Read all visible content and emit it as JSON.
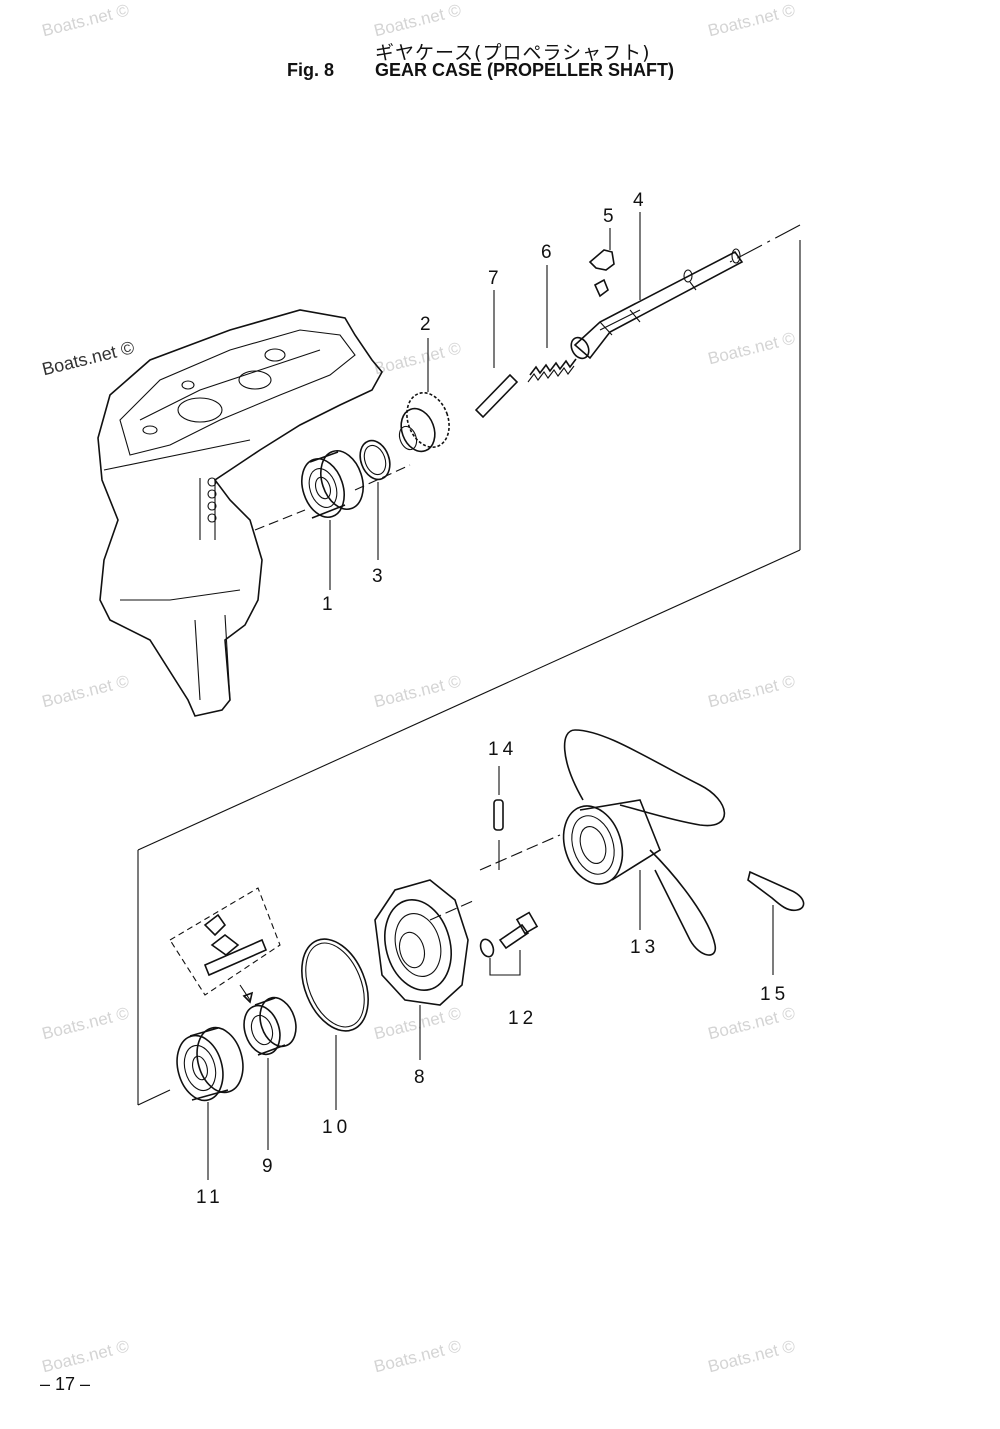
{
  "header": {
    "title_jp": "ギヤケース(プロペラシャフト)",
    "fig_label": "Fig. 8",
    "title_en": "GEAR CASE (PROPELLER SHAFT)"
  },
  "footer": {
    "page_number": "– 17 –"
  },
  "watermark": {
    "text": "Boats.net ©",
    "main_text": "Boats.net ©"
  },
  "parts": {
    "p1": "1",
    "p2": "2",
    "p3": "3",
    "p4": "4",
    "p5": "5",
    "p6": "6",
    "p7": "7",
    "p8": "8",
    "p9": "9",
    "p10": "10",
    "p11": "11",
    "p12": "12",
    "p13": "13",
    "p14": "14",
    "p15": "15"
  }
}
